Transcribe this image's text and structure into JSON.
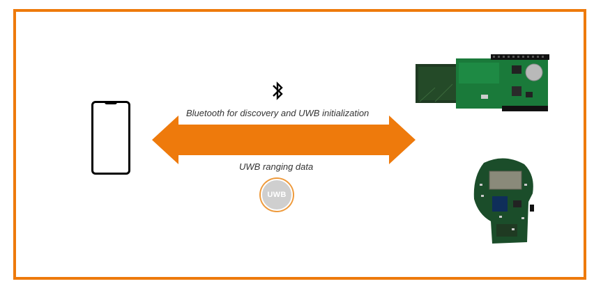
{
  "labels": {
    "bluetooth": "Bluetooth for discovery and UWB initialization",
    "uwb_ranging": "UWB ranging data",
    "uwb_badge": "UWB"
  },
  "icons": {
    "phone": "smartphone-icon",
    "bluetooth": "bluetooth-icon",
    "uwb": "uwb-logo"
  },
  "colors": {
    "accent": "#ee7a0c",
    "border": "#ee7a0c",
    "badge_gray": "#cfcfcf"
  }
}
